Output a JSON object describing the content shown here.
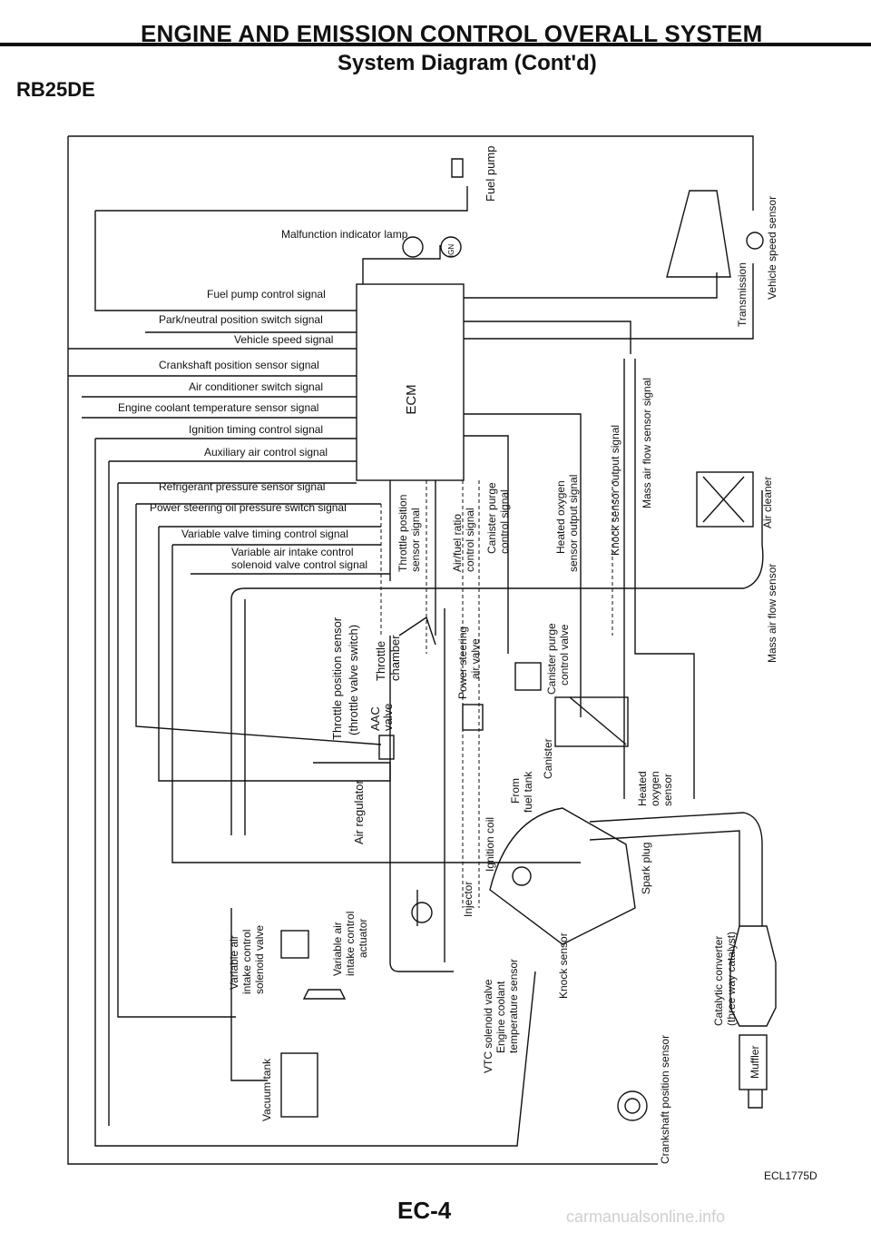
{
  "header": {
    "title": "ENGINE AND EMISSION CONTROL OVERALL SYSTEM",
    "subtitle": "System Diagram (Cont'd)",
    "model": "RB25DE"
  },
  "footer": {
    "figure_code": "ECL1775D",
    "page_number": "EC-4",
    "watermark": "carmanualsonline.info"
  },
  "diagram": {
    "ecm": "ECM",
    "malfunction_lamp": "Malfunction indicator lamp",
    "ign": "IGN",
    "signals": [
      "Fuel pump control signal",
      "Park/neutral position switch signal",
      "Vehicle speed signal",
      "Crankshaft position sensor signal",
      "Air conditioner switch signal",
      "Engine coolant temperature sensor signal",
      "Ignition timing control signal",
      "Auxiliary air control signal",
      "Refrigerant pressure sensor signal",
      "Power steering oil pressure switch signal",
      "Variable valve timing control signal",
      "Variable air intake control",
      "solenoid valve control signal"
    ],
    "vertical_signals": [
      "Throttle position",
      "sensor signal",
      "Air/fuel ratio",
      "control signal",
      "Canister purge",
      "control signal",
      "Heated oxygen",
      "sensor output signal",
      "Knock sensor output signal",
      "Mass air flow sensor signal"
    ],
    "components": [
      "Fuel pump",
      "Transmission",
      "Vehicle speed sensor",
      "Air cleaner",
      "Mass air flow sensor",
      "Throttle position sensor",
      "(throttle valve switch)",
      "Throttle",
      "chamber",
      "AAC",
      "valve",
      "Power steering",
      "air valve",
      "Canister purge",
      "control valve",
      "Canister",
      "From",
      "fuel tank",
      "Air regulator",
      "Ignition coil",
      "Injector",
      "Heated",
      "oxygen",
      "sensor",
      "Spark plug",
      "Variable air",
      "intake control",
      "solenoid valve",
      "Variable air",
      "intake control",
      "actuator",
      "VTC solenoid valve",
      "Engine coolant",
      "temperature sensor",
      "Knock sensor",
      "Catalytic converter",
      "(three way catalyst)",
      "Muffler",
      "Vacuum tank",
      "Crankshaft position sensor"
    ]
  }
}
